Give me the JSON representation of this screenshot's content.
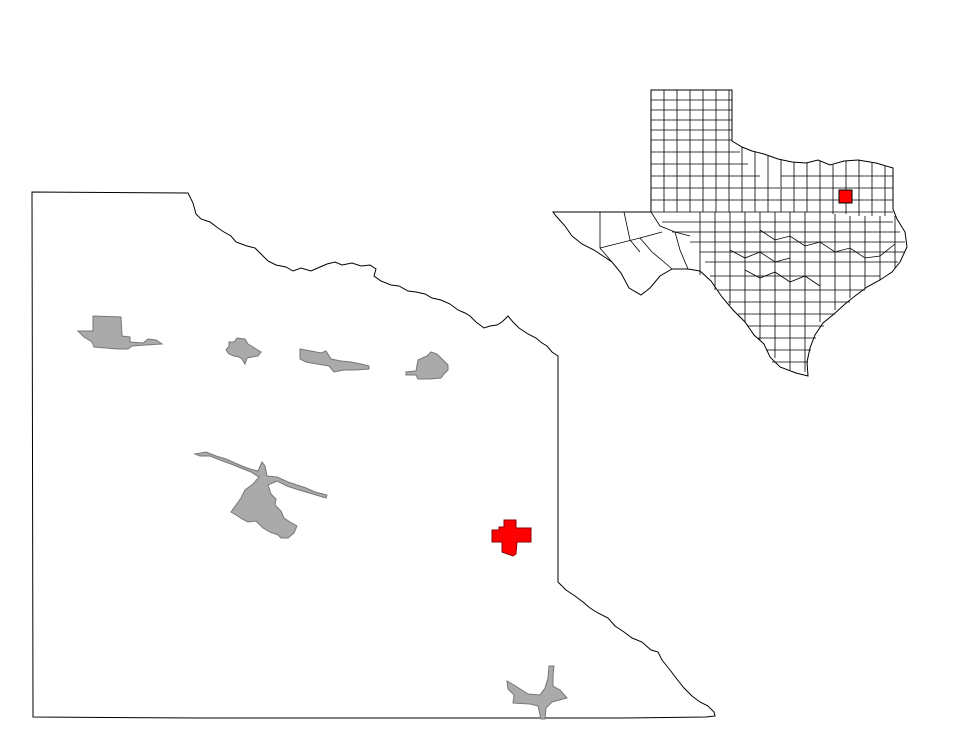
{
  "map": {
    "colors": {
      "background": "#ffffff",
      "outline": "#000000",
      "city_fill": "#aaaaaa",
      "city_stroke": "#777777",
      "highlight_fill": "#ff0000",
      "highlight_stroke": "#8b0000"
    },
    "county_map": {
      "places_shown": 7,
      "highlighted_place_count": 1
    },
    "inset_map": {
      "subject": "Texas counties",
      "highlighted_county_count": 1
    }
  }
}
